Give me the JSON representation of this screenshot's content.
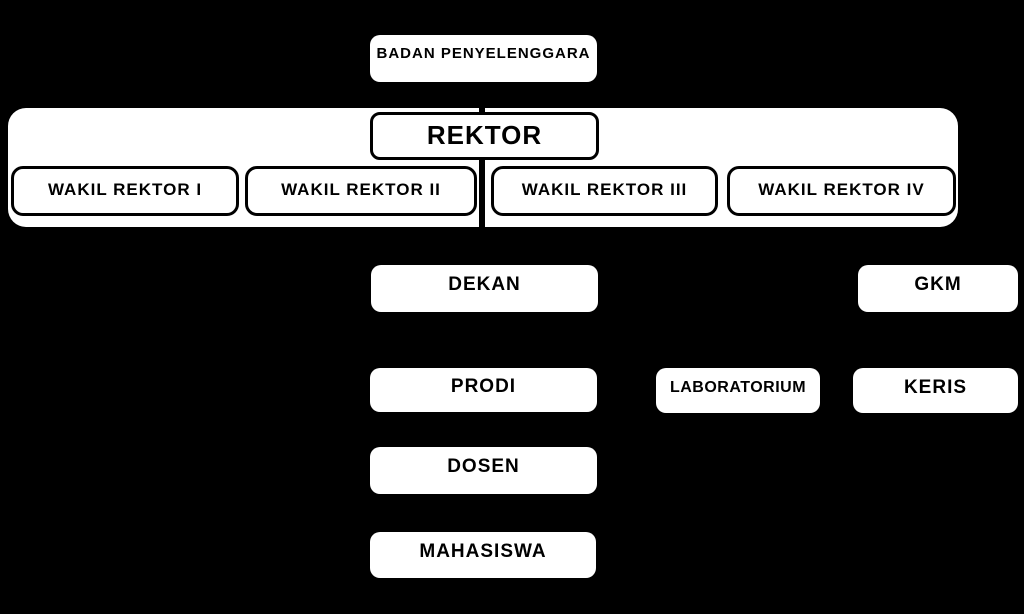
{
  "diagram": {
    "type": "org-chart",
    "colors": {
      "background": "#000000",
      "box_fill": "#ffffff",
      "box_border": "#000000",
      "text": "#000000"
    },
    "nodes": {
      "badan_penyelenggara": {
        "label": "BADAN PENYELENGGARA"
      },
      "rektor": {
        "label": "REKTOR"
      },
      "wakil_rektor_i": {
        "label": "WAKIL REKTOR I"
      },
      "wakil_rektor_ii": {
        "label": "WAKIL REKTOR II"
      },
      "wakil_rektor_iii": {
        "label": "WAKIL REKTOR III"
      },
      "wakil_rektor_iv": {
        "label": "WAKIL REKTOR IV"
      },
      "dekan": {
        "label": "DEKAN"
      },
      "gkm": {
        "label": "GKM"
      },
      "prodi": {
        "label": "PRODI"
      },
      "laboratorium": {
        "label": "LABORATORIUM"
      },
      "keris": {
        "label": "KERIS"
      },
      "dosen": {
        "label": "DOSEN"
      },
      "mahasiswa": {
        "label": "MAHASISWA"
      }
    },
    "edges": [
      {
        "from": "badan_penyelenggara",
        "to": "rektor"
      },
      {
        "from": "rektor",
        "to": "dekan"
      }
    ]
  }
}
